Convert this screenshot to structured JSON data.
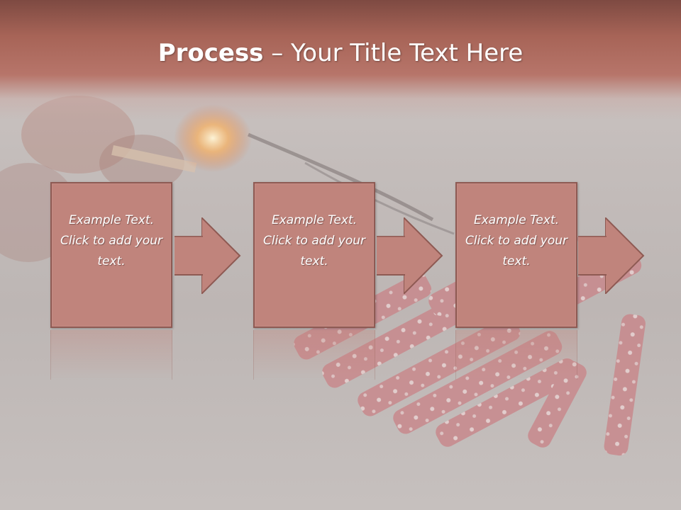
{
  "slide": {
    "title_bold": "Process",
    "title_rest": " – Your Title Text Here",
    "steps": [
      {
        "text": "Example Text. Click  to add your text."
      },
      {
        "text": "Example Text. Click  to add your text."
      },
      {
        "text": "Example Text. Click  to add your text."
      }
    ]
  },
  "colors": {
    "title_band": "#b7756a",
    "box_fill": "#c0847c",
    "box_border": "#8e5a53",
    "text": "#ffffff"
  },
  "icons": [
    "firecracker-illustration",
    "match-flame-illustration",
    "arrow-right-icon"
  ]
}
